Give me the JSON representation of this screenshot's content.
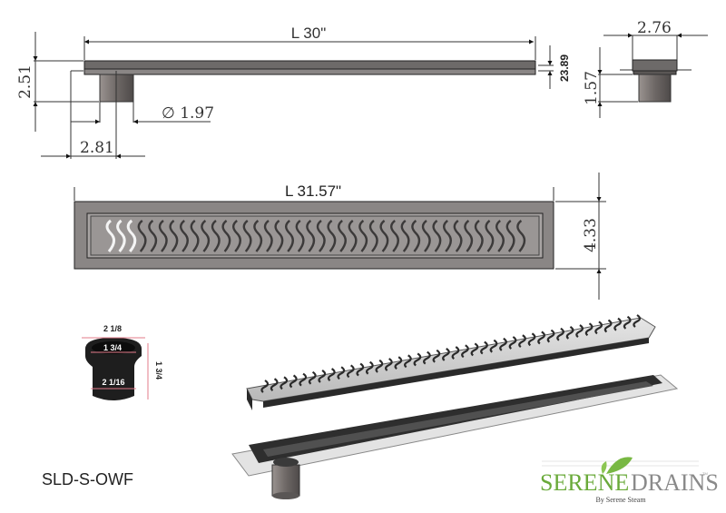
{
  "dimensions": {
    "length_top": "L 30\"",
    "height": "2.51",
    "outlet_diameter": "∅ 1.97",
    "outlet_offset": "2.81",
    "plate_thickness": "23.89",
    "width_side": "2.76",
    "pipe_height": "1.57",
    "length_plan": "L 31.57\"",
    "width_plan": "4.33"
  },
  "bushing": {
    "top_outer": "2 1/8",
    "inner": "1 3/4",
    "bottom_outer": "2 1/16",
    "height": "1 3/4"
  },
  "model": "SLD-S-OWF",
  "logo": {
    "brand_green": "SERENE",
    "brand_gray": "DRAINS",
    "tm": "TM",
    "tagline": "By Serene Steam",
    "green": "#6aaa3a",
    "gray": "#8a8a8a"
  }
}
